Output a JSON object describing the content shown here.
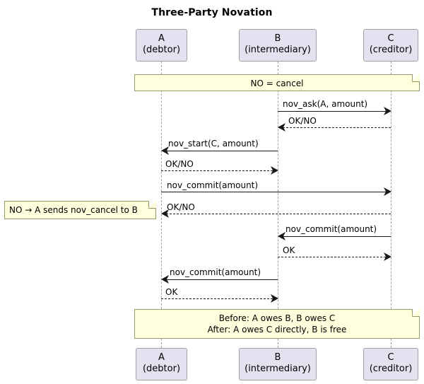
{
  "title": "Three-Party Novation",
  "colors": {
    "participant_fill": "#E2E2F0",
    "participant_border": "#A0A0A0",
    "note_fill": "#FEFFDD",
    "note_border": "#999966",
    "line": "#181818",
    "lifeline": "#A0A0A0",
    "background": "#FFFFFF"
  },
  "participants": [
    {
      "id": "A",
      "name": "A",
      "role": "(debtor)"
    },
    {
      "id": "B",
      "name": "B",
      "role": "(intermediary)"
    },
    {
      "id": "C",
      "name": "C",
      "role": "(creditor)"
    }
  ],
  "notes": [
    {
      "id": "note-cancel",
      "text": "NO = cancel",
      "align": "center",
      "span": "A-C"
    },
    {
      "id": "note-nocancel",
      "text": "NO → A sends nov_cancel to B",
      "align": "left",
      "span": "left-of-A"
    },
    {
      "id": "note-summary-line1",
      "text": "Before: A owes B, B owes C",
      "align": "center",
      "span": "A-C"
    },
    {
      "id": "note-summary-line2",
      "text": "After: A owes C directly, B is free",
      "align": "center",
      "span": "A-C"
    }
  ],
  "messages": [
    {
      "index": 1,
      "from": "B",
      "to": "C",
      "label": "nov_ask(A, amount)",
      "style": "solid",
      "direction": "right"
    },
    {
      "index": 2,
      "from": "C",
      "to": "B",
      "label": "OK/NO",
      "style": "dotted",
      "direction": "left"
    },
    {
      "index": 3,
      "from": "B",
      "to": "A",
      "label": "nov_start(C, amount)",
      "style": "solid",
      "direction": "left"
    },
    {
      "index": 4,
      "from": "A",
      "to": "B",
      "label": "OK/NO",
      "style": "dotted",
      "direction": "right"
    },
    {
      "index": 5,
      "from": "A",
      "to": "C",
      "label": "nov_commit(amount)",
      "style": "solid",
      "direction": "right"
    },
    {
      "index": 6,
      "from": "C",
      "to": "A",
      "label": "OK/NO",
      "style": "dotted",
      "direction": "left"
    },
    {
      "index": 7,
      "from": "C",
      "to": "B",
      "label": "nov_commit(amount)",
      "style": "solid",
      "direction": "left"
    },
    {
      "index": 8,
      "from": "B",
      "to": "C",
      "label": "OK",
      "style": "dotted",
      "direction": "right"
    },
    {
      "index": 9,
      "from": "B",
      "to": "A",
      "label": "nov_commit(amount)",
      "style": "solid",
      "direction": "left"
    },
    {
      "index": 10,
      "from": "A",
      "to": "B",
      "label": "OK",
      "style": "dotted",
      "direction": "right"
    }
  ]
}
